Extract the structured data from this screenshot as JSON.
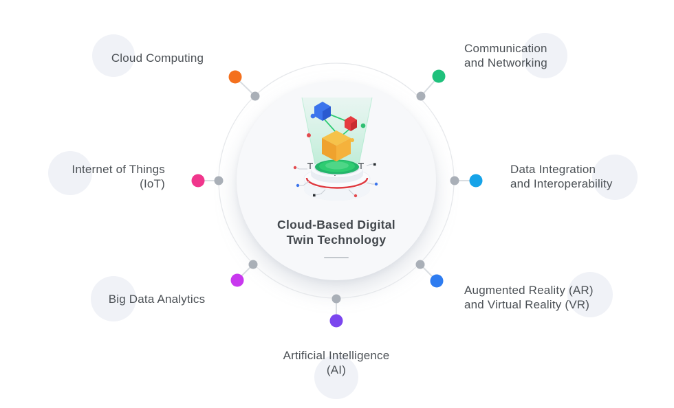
{
  "center": {
    "title_line1": "Cloud-Based Digital",
    "title_line2": "Twin Technology"
  },
  "nodes": [
    {
      "id": "cloud-computing",
      "lines": [
        "Cloud Computing"
      ],
      "color": "#F4701D"
    },
    {
      "id": "communication-networking",
      "lines": [
        "Communication",
        "and Networking"
      ],
      "color": "#1FC17C"
    },
    {
      "id": "internet-of-things",
      "lines": [
        "Internet of Things",
        "(IoT)"
      ],
      "color": "#F0368C"
    },
    {
      "id": "data-integration",
      "lines": [
        "Data Integration",
        "and Interoperability"
      ],
      "color": "#16A3E8"
    },
    {
      "id": "big-data-analytics",
      "lines": [
        "Big Data Analytics"
      ],
      "color": "#C838EE"
    },
    {
      "id": "ar-vr",
      "lines": [
        "Augmented Reality (AR)",
        "and Virtual Reality (VR)"
      ],
      "color": "#2E7CF0"
    },
    {
      "id": "artificial-intelligence",
      "lines": [
        "Artificial Intelligence",
        "(AI)"
      ],
      "color": "#7B46EE"
    }
  ],
  "colors": {
    "outer_ring": "#E6E8EB",
    "connector": "#D9DDE1",
    "hub_dot": "#A9AFB7",
    "label_text": "#4B5055",
    "title_text": "#43484D",
    "inner_circle": "#F7F8FA",
    "halo": "#F0F2F7"
  },
  "icons": {
    "illustration": "digital-twin-hologram-icon"
  }
}
